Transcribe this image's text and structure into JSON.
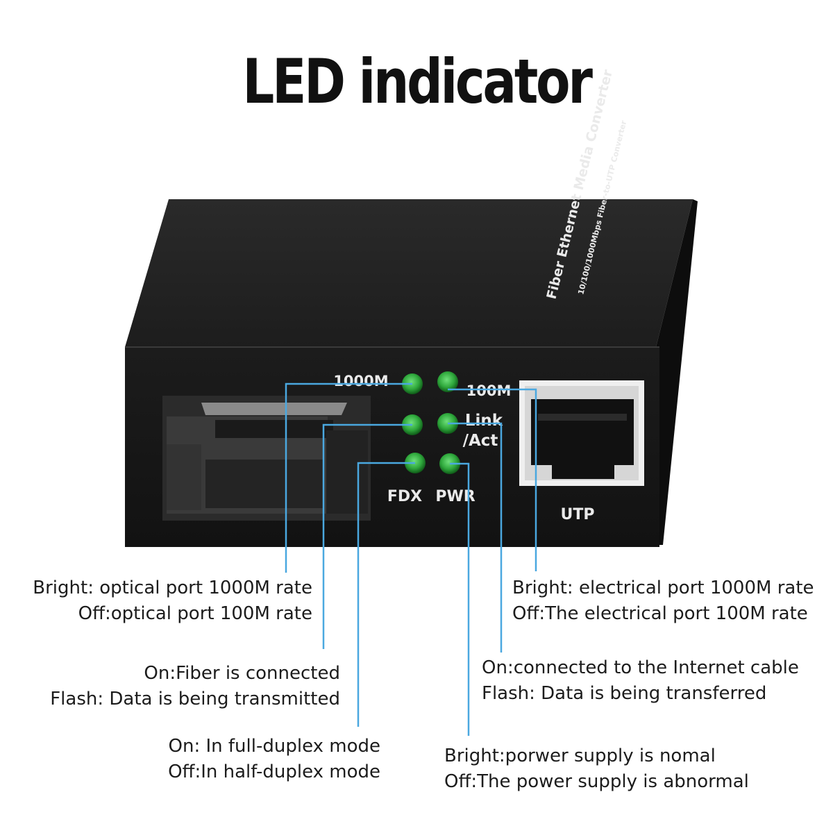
{
  "title": "LED indicator",
  "device": {
    "side_label": "Fiber Ethernet Media Converter",
    "side_sublabel": "10/100/1000Mbps Fiber-to-UTP Converter",
    "port_utp": "UTP",
    "led_labels": {
      "l1000m": "1000M",
      "l100m": "100M",
      "link": "Link",
      "act": "/Act",
      "fdx": "FDX",
      "pwr": "PWR"
    },
    "led_color": "#2fa83c"
  },
  "callouts": {
    "optical_rate": {
      "line1": "Bright: optical port 1000M rate",
      "line2": "Off:optical port 100M rate"
    },
    "fiber_link": {
      "line1": "On:Fiber is connected",
      "line2": "Flash: Data is being transmitted"
    },
    "fdx": {
      "line1": "On: In full-duplex mode",
      "line2": "Off:In half-duplex mode"
    },
    "electrical_rate": {
      "line1": "Bright: electrical port 1000M rate",
      "line2": "Off:The electrical port 100M rate"
    },
    "utp_link": {
      "line1": "On:connected to the Internet cable",
      "line2": "Flash: Data is being transferred"
    },
    "power": {
      "line1": "Bright:porwer supply is nomal",
      "line2": "Off:The power supply is abnormal"
    }
  },
  "colors": {
    "leader_line": "#4aa8e0",
    "device_body": "#151515"
  }
}
